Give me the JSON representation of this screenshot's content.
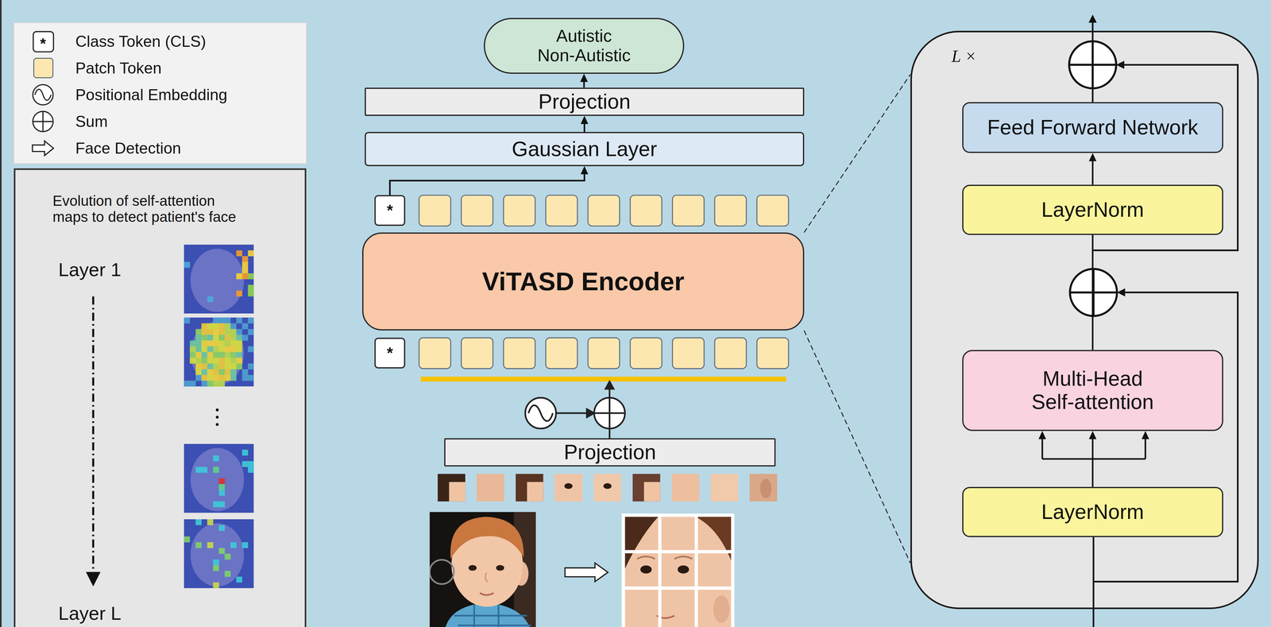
{
  "diagram": {
    "nodes": [
      {
        "text": [
          "Evolution of self-attention maps to detect patient's face"
        ]
      },
      {
        "text": [
          "Autistic Non-Autistic"
        ]
      },
      {
        "text": [
          "Projection"
        ]
      },
      {
        "text": [
          "Gaussian Layer"
        ]
      },
      {
        "text": [
          "*"
        ]
      },
      {
        "text": [
          "ViTASD Encoder"
        ]
      },
      {
        "text": [
          "*"
        ]
      },
      {
        "text": [
          "Projection"
        ]
      },
      {
        "text": [
          "L ×"
        ]
      },
      {
        "text": [
          "Feed Forward Network"
        ],
        "in": 8
      },
      {
        "text": [
          "LayerNorm"
        ],
        "in": 8
      },
      {
        "text": [
          "Multi-Head Self-attention"
        ],
        "in": 8
      },
      {
        "text": [
          "LayerNorm"
        ],
        "in": 8
      }
    ],
    "edges": [
      {
        "from": 3,
        "to": 2,
        "arrow": "to"
      },
      {
        "from": 2,
        "to": 1,
        "arrow": "to"
      },
      {
        "from": 4,
        "to": 3,
        "arrow": "to"
      },
      {
        "from": 5,
        "to": 8,
        "arrow": "none"
      },
      {
        "from": 5,
        "to": 8,
        "arrow": "none"
      },
      {
        "from": 12,
        "to": 11,
        "arrow": "to"
      },
      {
        "from": 11,
        "to": 10,
        "arrow": "none"
      },
      {
        "from": 10,
        "to": 9,
        "arrow": "to"
      }
    ],
    "labels": [
      "*",
      "Layer 1",
      "Layer L"
    ],
    "legend": [
      {
        "text": "Class Token (CLS)"
      },
      {
        "text": "Patch Token",
        "color": "#fde7b0"
      },
      {
        "text": "Positional Embedding"
      },
      {
        "text": "Sum"
      },
      {
        "text": "Face Detection"
      }
    ]
  }
}
